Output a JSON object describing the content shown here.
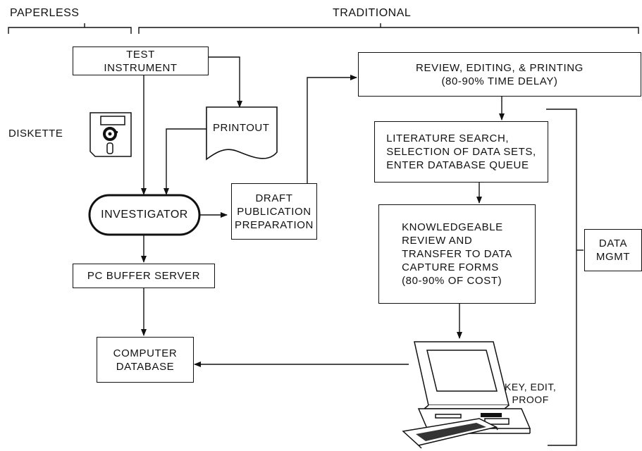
{
  "headers": {
    "paperless": "PAPERLESS",
    "traditional": "TRADITIONAL"
  },
  "nodes": {
    "test_instrument": "TEST\nINSTRUMENT",
    "diskette": "DISKETTE",
    "printout": "PRINTOUT",
    "investigator": "INVESTIGATOR",
    "draft_publication": "DRAFT\nPUBLICATION\nPREPARATION",
    "pc_buffer_server": "PC BUFFER SERVER",
    "computer_database": "COMPUTER\nDATABASE",
    "review_editing": "REVIEW, EDITING, & PRINTING\n(80-90% TIME DELAY)",
    "literature_search": "LITERATURE SEARCH,\nSELECTION OF DATA SETS,\nENTER DATABASE QUEUE",
    "knowledgeable_review": "KNOWLEDGEABLE\nREVIEW AND\nTRANSFER TO DATA\nCAPTURE FORMS\n(80-90% OF COST)",
    "data_mgmt": "DATA\nMGMT",
    "key_edit_proof": "KEY, EDIT,\nPROOF"
  }
}
